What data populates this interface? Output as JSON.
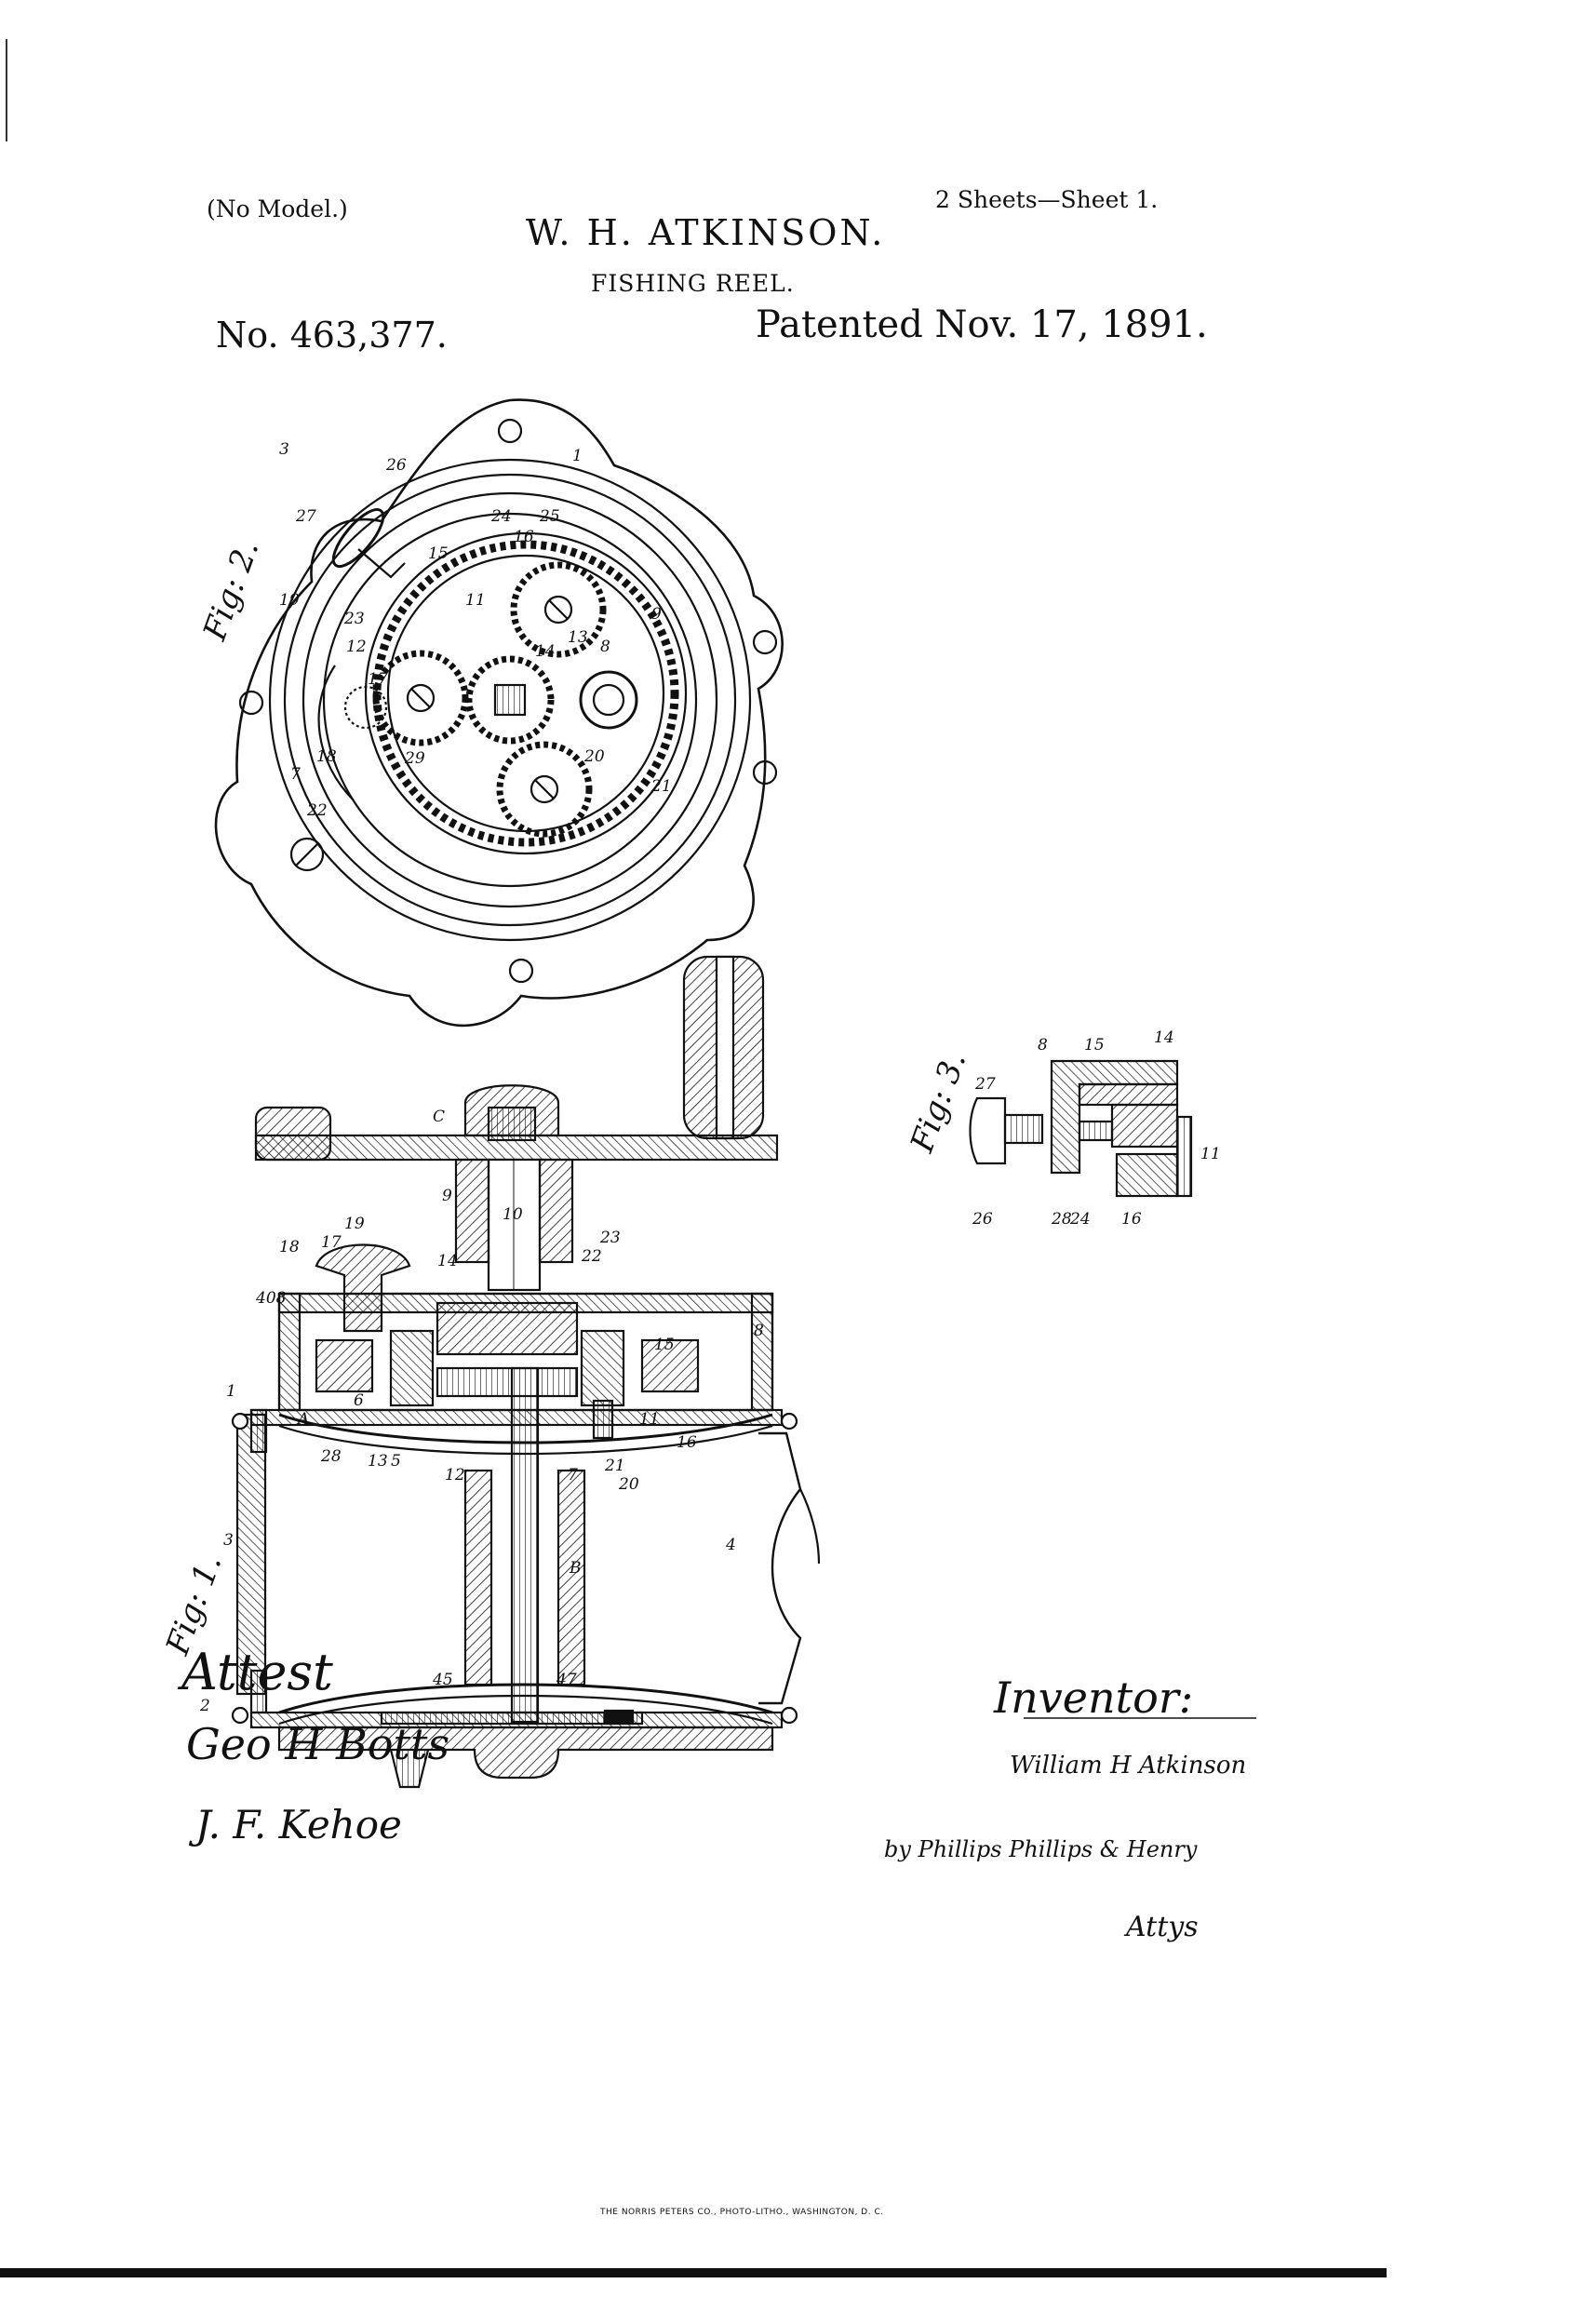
{
  "header": {
    "no_model": "(No Model.)",
    "sheets": "2 Sheets—Sheet 1.",
    "inventor": "W. H. ATKINSON.",
    "title": "FISHING REEL.",
    "patent_number": "No. 463,377.",
    "patent_date": "Patented Nov. 17, 1891."
  },
  "figures": {
    "fig1": "Fig: 1.",
    "fig2": "Fig: 2.",
    "fig3": "Fig: 3."
  },
  "fig2_labels": [
    "3",
    "26",
    "27",
    "1",
    "15",
    "24",
    "16",
    "25",
    "19",
    "23",
    "18",
    "11",
    "13",
    "9",
    "8",
    "20",
    "21",
    "14",
    "12",
    "22",
    "29",
    "17",
    "7"
  ],
  "fig1_labels": [
    "C",
    "9",
    "10",
    "14",
    "22",
    "23",
    "19",
    "17",
    "18",
    "408",
    "15",
    "8",
    "11",
    "28",
    "6",
    "13",
    "5",
    "12",
    "7",
    "21",
    "20",
    "16",
    "1",
    "3",
    "4",
    "B",
    "A",
    "45",
    "47",
    "2"
  ],
  "fig3_labels": [
    "8",
    "27",
    "15",
    "14",
    "26",
    "28",
    "24",
    "16",
    "11"
  ],
  "signatures": {
    "inventor_label": "Inventor:",
    "inventor_sig": "William H Atkinson",
    "by_attys": "by Phillips Phillips & Henry",
    "attys": "Attys",
    "attest_label": "Attest",
    "witness1": "Geo H Botts",
    "witness2": "J. F. Kehoe"
  },
  "footer": "THE NORRIS PETERS CO., PHOTO-LITHO., WASHINGTON, D. C."
}
